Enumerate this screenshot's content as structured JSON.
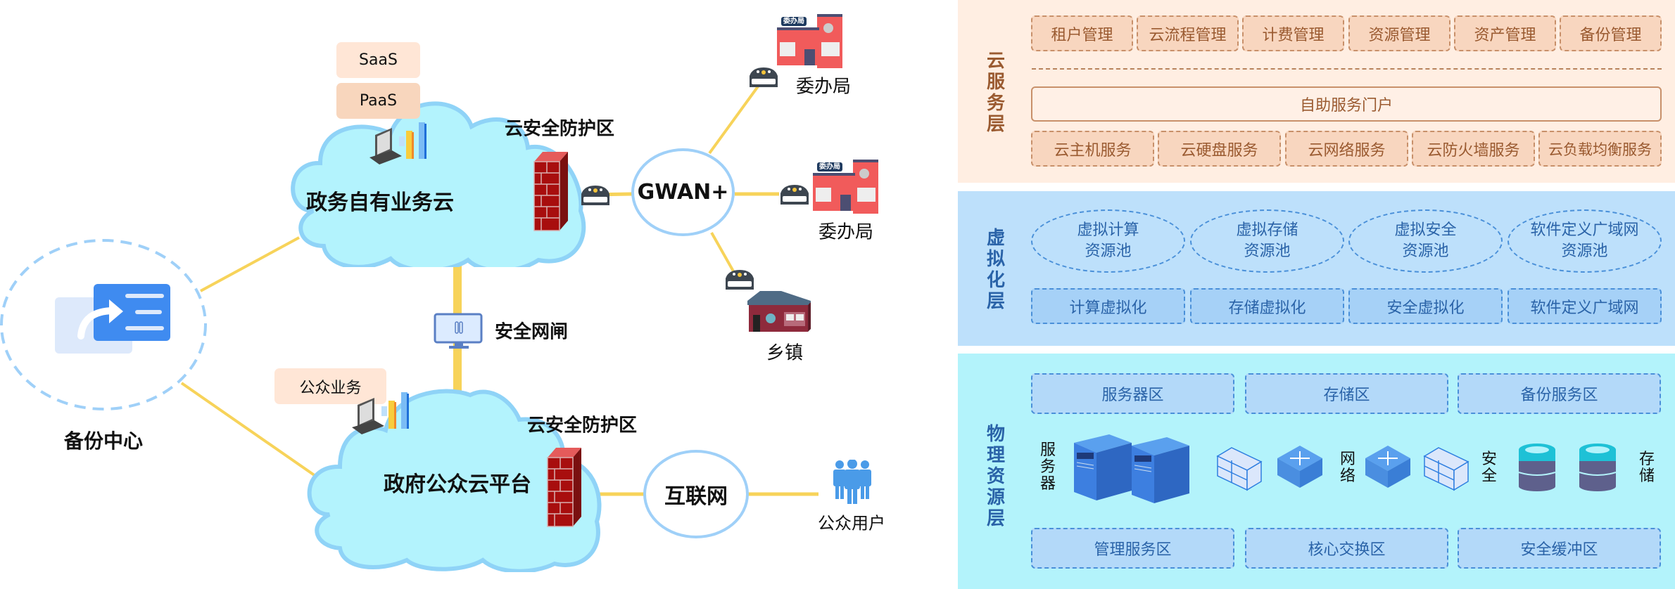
{
  "diagram": {
    "backup_center": {
      "label": "备份中心"
    },
    "private_cloud": {
      "label": "政务自有业务云",
      "security_zone": "云安全防护区",
      "tags": [
        "SaaS",
        "PaaS"
      ]
    },
    "public_cloud": {
      "label": "政府公众云平台",
      "security_zone": "云安全防护区",
      "tag": "公众业务"
    },
    "gateway": {
      "label": "安全网闸"
    },
    "gwan": {
      "label": "GWAN+"
    },
    "internet": {
      "label": "互联网"
    },
    "public_users": {
      "label": "公众用户"
    },
    "branches": [
      {
        "label": "委办局",
        "sign": "委办局"
      },
      {
        "label": "委办局",
        "sign": "委办局"
      },
      {
        "label": "乡镇"
      }
    ]
  },
  "layers": {
    "cloud_service": {
      "title": "云服务层",
      "management": [
        "租户管理",
        "云流程管理",
        "计费管理",
        "资源管理",
        "资产管理",
        "备份管理"
      ],
      "portal": "自助服务门户",
      "services": [
        "云主机服务",
        "云硬盘服务",
        "云网络服务",
        "云防火墙服务",
        "云负载均衡服务"
      ],
      "colors": {
        "bg": "#ffeee2",
        "text": "#9a5a30"
      }
    },
    "virtualization": {
      "title": "虚拟化层",
      "pools": [
        {
          "line1": "虚拟计算",
          "line2": "资源池"
        },
        {
          "line1": "虚拟存储",
          "line2": "资源池"
        },
        {
          "line1": "虚拟安全",
          "line2": "资源池"
        },
        {
          "line1": "软件定义广域网",
          "line2": "资源池"
        }
      ],
      "functions": [
        "计算虚拟化",
        "存储虚拟化",
        "安全虚拟化",
        "软件定义广域网"
      ],
      "colors": {
        "bg": "#bde0fb",
        "text": "#2a63a8"
      }
    },
    "physical": {
      "title": "物理资源层",
      "top_zones": [
        "服务器区",
        "存储区",
        "备份服务区"
      ],
      "bottom_zones": [
        "管理服务区",
        "核心交换区",
        "安全缓冲区"
      ],
      "device_labels": {
        "server": "服务器",
        "network": "网络",
        "security": "安全",
        "storage": "存储"
      },
      "colors": {
        "bg": "#b3f3fb",
        "text": "#2a63a8"
      }
    }
  }
}
